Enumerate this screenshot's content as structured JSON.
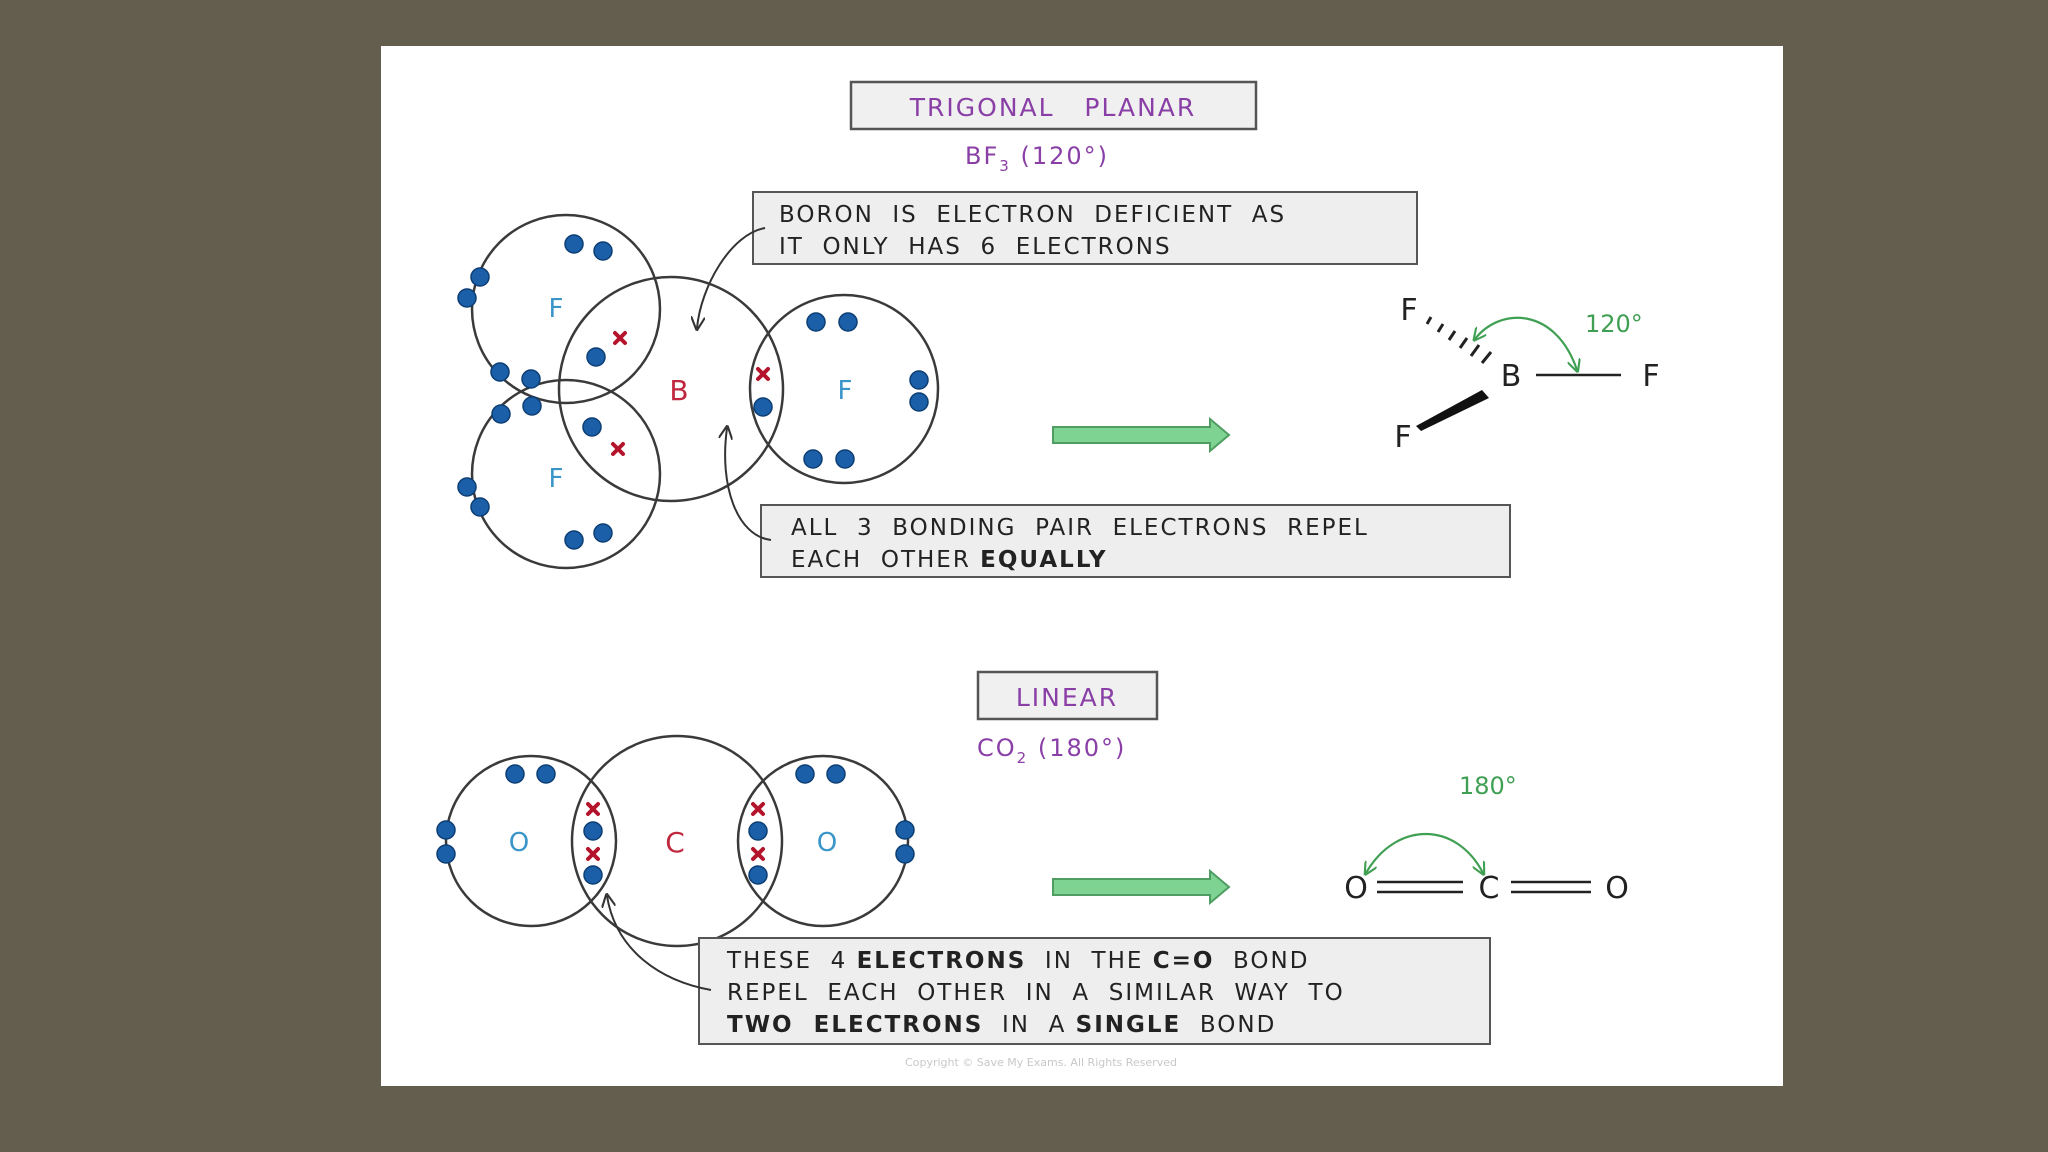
{
  "colors": {
    "background": "#645e4f",
    "title_purple": "#8a3fa6",
    "fluorine_blue": "#3a95c9",
    "central_red": "#c0283f",
    "electron_dot": "#1a5fa8",
    "cross": "#b3142b",
    "angle_green": "#3f9f53",
    "arrow_green": "#7fd392"
  },
  "trigonal": {
    "title": "TRIGONAL   PLANAR",
    "formula_main": "BF",
    "formula_sub": "3",
    "formula_angle": "(120°)",
    "note_top": {
      "line1": "BORON  IS  ELECTRON  DEFICIENT  AS",
      "line2": "IT  ONLY  HAS  6  ELECTRONS"
    },
    "note_bottom": {
      "line1": "ALL  3  BONDING  PAIR  ELECTRONS  REPEL",
      "line2_plain": "EACH  OTHER ",
      "line2_bold": "EQUALLY"
    },
    "atoms": {
      "center": "B",
      "outer": "F"
    },
    "structure": {
      "center": "B",
      "f_top": "F",
      "f_bottom": "F",
      "f_right": "F",
      "angle": "120°"
    }
  },
  "linear": {
    "title": "LINEAR",
    "formula_main": "CO",
    "formula_sub": "2",
    "formula_angle": "(180°)",
    "note": {
      "l1_a": "THESE  4 ",
      "l1_b": "ELECTRONS",
      "l1_c": "  IN  THE ",
      "l1_d": "C=O",
      "l1_e": "  BOND",
      "l2": "REPEL  EACH  OTHER  IN  A  SIMILAR  WAY  TO",
      "l3_a": "TWO  ELECTRONS",
      "l3_b": "  IN  A ",
      "l3_c": "SINGLE",
      "l3_d": "  BOND"
    },
    "atoms": {
      "center": "C",
      "outer": "O"
    },
    "structure": {
      "left": "O",
      "center": "C",
      "right": "O",
      "angle": "180°"
    }
  },
  "copyright": "Copyright © Save My Exams. All Rights Reserved"
}
